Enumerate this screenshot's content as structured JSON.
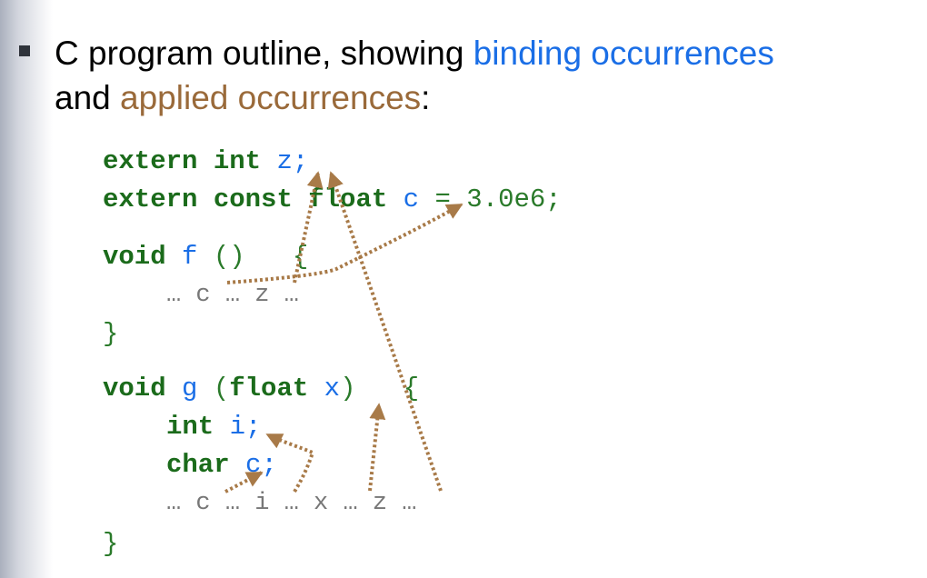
{
  "heading": {
    "line1_prefix": "C program outline, showing ",
    "line1_binding": "binding occurrences",
    "line2_prefix": "and ",
    "line2_applied": "applied occurrences",
    "line2_suffix": ":"
  },
  "code": {
    "l1_kw": "extern int",
    "l1_var": "z",
    "l1_end": ";",
    "l2_kw1": "extern",
    "l2_kw2": "const",
    "l2_kw3": "float",
    "l2_var": "c",
    "l2_rest": "= 3.0e6;",
    "l3_kw": "void",
    "l3_name": "f",
    "l3_rest": "()   {",
    "l4_dots1": "…",
    "l4_c": "c",
    "l4_dots2": "…",
    "l4_z": "z",
    "l4_dots3": "…",
    "l5_brace": "}",
    "l6_kw": "void",
    "l6_name": "g",
    "l6_paren": "(",
    "l6_kw2": "float",
    "l6_x": "x",
    "l6_rest": ")   {",
    "l7_kw": "int",
    "l7_i": "i",
    "l7_end": ";",
    "l8_kw": "char",
    "l8_c": "c",
    "l8_end": ";",
    "l9_dots1": "…",
    "l9_c": "c",
    "l9_dots2": "…",
    "l9_i": "i",
    "l9_dots3": "…",
    "l9_x": "x",
    "l9_dots4": "…",
    "l9_z": "z",
    "l9_dots5": "…",
    "l10_brace": "}"
  },
  "colors": {
    "binding": "#1a6ee6",
    "applied_heading": "#9a6a3a",
    "arrow": "#a87a48",
    "keyword": "#1b6b1b"
  }
}
